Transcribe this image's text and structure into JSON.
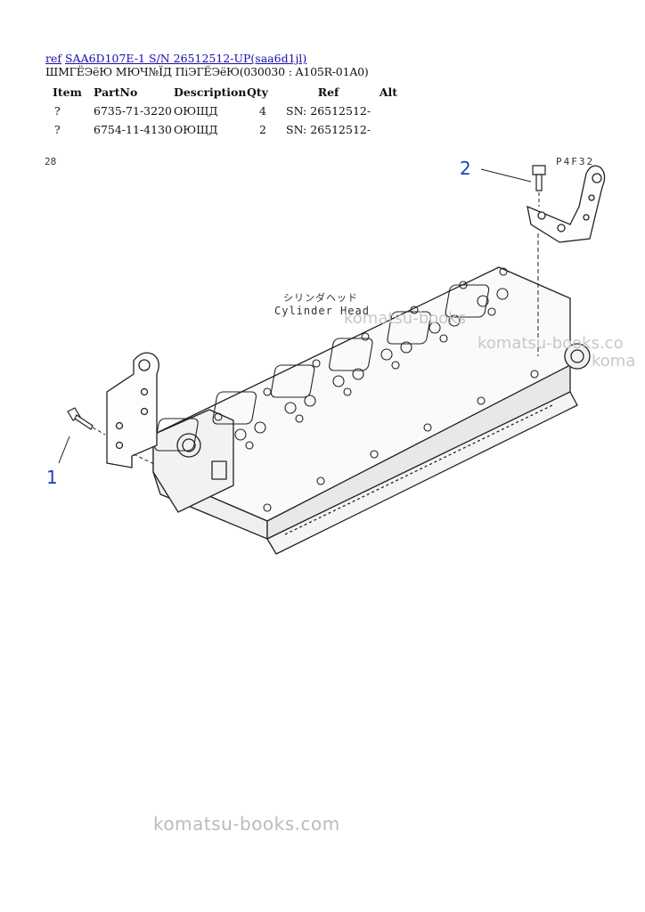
{
  "header": {
    "ref_link": "ref",
    "model_link": "SAA6D107E-1 S/N 26512512-UP(saa6d1jl)",
    "subtitle": "ШМГЁЭёЮ МЮЧ№ЇД ПiЭГЁЭёЮ(030030 : A105R-01A0)"
  },
  "table": {
    "columns": [
      "Item",
      "PartNo",
      "Description",
      "Qty",
      "Ref",
      "Alt"
    ],
    "rows": [
      {
        "item": "?",
        "part_no": "6735-71-3220",
        "description": "ОЮЩД",
        "qty": "4",
        "ref": "SN: 26512512-",
        "alt": ""
      },
      {
        "item": "?",
        "part_no": "6754-11-4130",
        "description": "ОЮЩД",
        "qty": "2",
        "ref": "SN: 26512512-",
        "alt": ""
      }
    ]
  },
  "drawing": {
    "corner_code": "28",
    "figure_code": "P4F32",
    "label_jp": "シリンダヘッド",
    "label_en": "Cylinder Head",
    "callout_1": "1",
    "callout_2": "2"
  },
  "watermarks": {
    "bottom": "komatsu-books.com",
    "overlay_a": "komatsu-books",
    "overlay_b": "komatsu-books.co",
    "overlay_c": "koma"
  },
  "colors": {
    "link": "#1a0dab",
    "callout": "#1f3fbf",
    "watermark": "#bbbbbb"
  }
}
